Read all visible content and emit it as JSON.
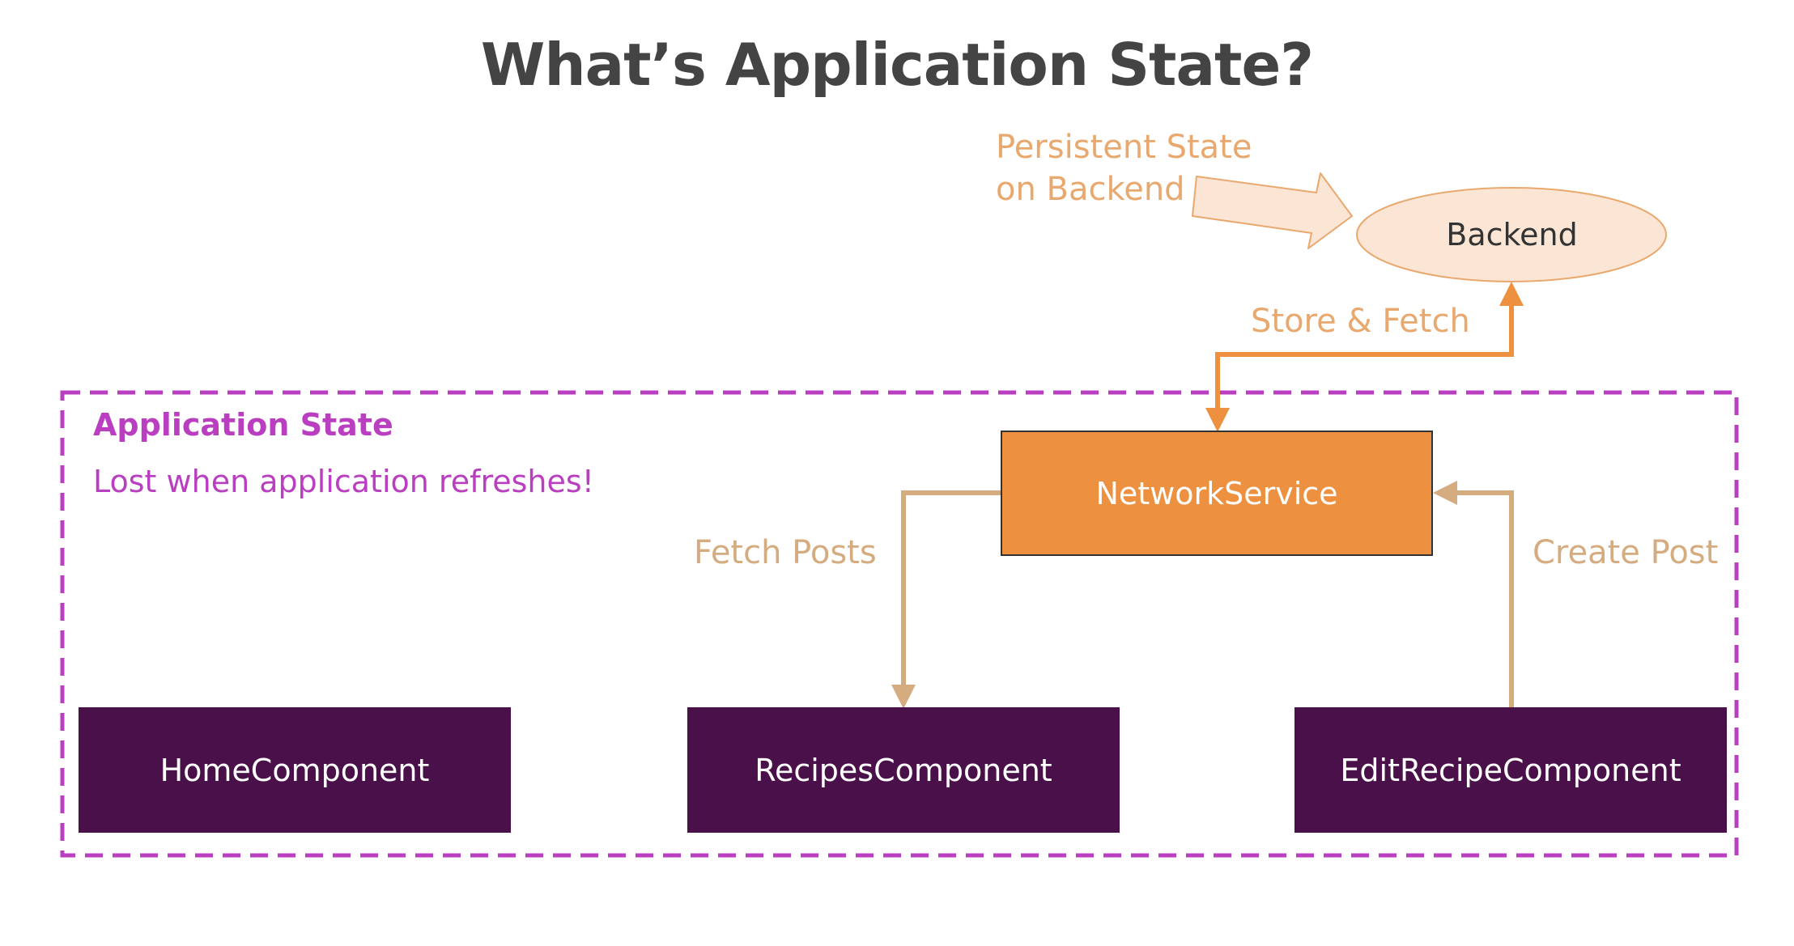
{
  "title": "What’s Application State?",
  "backend": {
    "label": "Backend"
  },
  "persistent_state": {
    "line1": "Persistent State",
    "line2": "on Backend"
  },
  "store_fetch": {
    "label": "Store & Fetch"
  },
  "application_state": {
    "title": "Application State",
    "subtitle": "Lost when application refreshes!"
  },
  "network_service": {
    "label": "NetworkService"
  },
  "fetch_posts": {
    "label": "Fetch Posts"
  },
  "create_post": {
    "label": "Create Post"
  },
  "components": {
    "home": "HomeComponent",
    "recipes": "RecipesComponent",
    "edit_recipe": "EditRecipeComponent"
  },
  "colors": {
    "title_text": "#444444",
    "orange_accent": "#ed9140",
    "orange_text": "#e9a86d",
    "tan_arrow": "#d5ab80",
    "backend_fill": "#fbe6d5",
    "backend_stroke": "#e9a86d",
    "app_state_border": "#b93fc0",
    "component_fill": "#4a1049"
  }
}
